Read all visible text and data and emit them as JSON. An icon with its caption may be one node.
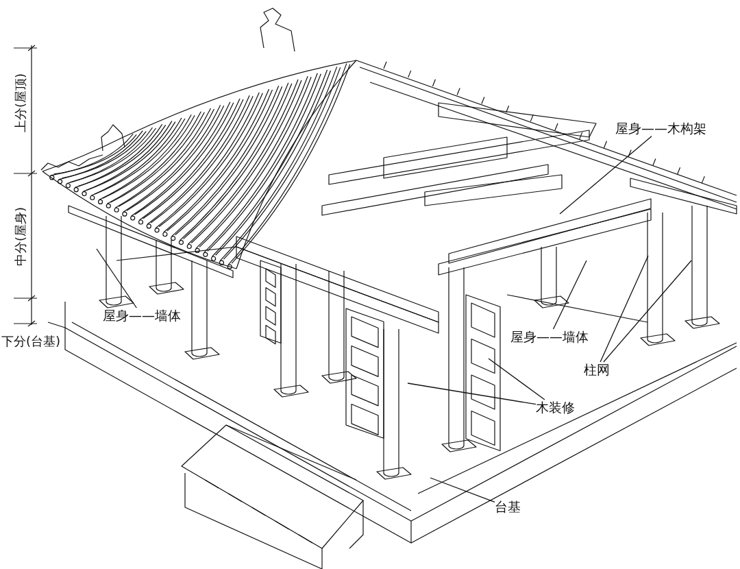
{
  "diagram": {
    "nodes": [
      {
        "text": [
          "屋身——木构架"
        ]
      },
      {
        "text": [
          "屋身——墙体"
        ]
      },
      {
        "text": [
          "屋身——墙体"
        ]
      },
      {
        "text": [
          "柱网"
        ]
      },
      {
        "text": [
          "木装修"
        ]
      },
      {
        "text": [
          "台基"
        ]
      }
    ],
    "edges": [
      {
        "from": 0,
        "to": null,
        "arrow": "none"
      },
      {
        "from": 1,
        "to": null,
        "arrow": "none"
      },
      {
        "from": 2,
        "to": null,
        "arrow": "none"
      },
      {
        "from": 3,
        "to": null,
        "arrow": "none"
      },
      {
        "from": 3,
        "to": null,
        "arrow": "none"
      },
      {
        "from": 4,
        "to": null,
        "arrow": "none"
      },
      {
        "from": 4,
        "to": null,
        "arrow": "none"
      },
      {
        "from": 5,
        "to": null,
        "arrow": "none"
      }
    ],
    "labels": [
      "上分(屋顶)",
      "中分(屋身)",
      "下分(台基)"
    ]
  }
}
